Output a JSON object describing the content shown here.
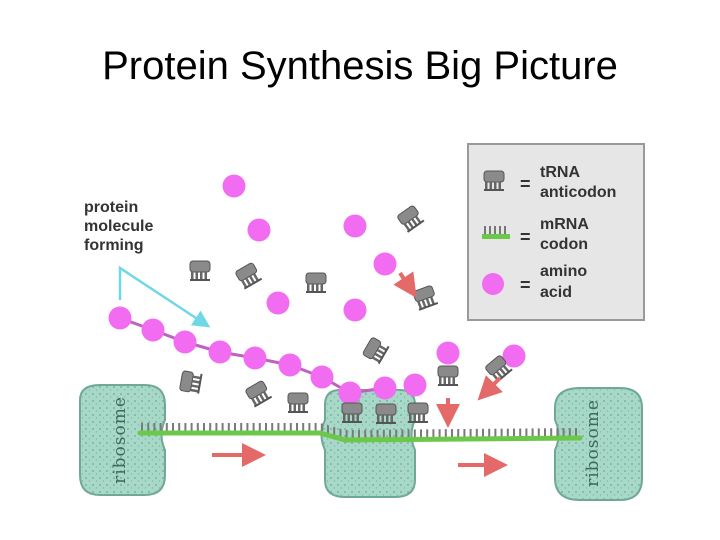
{
  "title": "Protein Synthesis Big Picture",
  "callout": [
    "protein",
    "molecule",
    "forming"
  ],
  "legend": {
    "trna": [
      "tRNA",
      "anticodon"
    ],
    "mrna": [
      "mRNA",
      "codon"
    ],
    "amino": [
      "amino",
      "acid"
    ],
    "equals": "="
  },
  "ribosome_label": "ribosome",
  "colors": {
    "amino": "#f26cf2",
    "chain_link": "#c060c0",
    "mrna": "#6cc84a",
    "ribosome": "#a7d8c8",
    "trna": "#8a8a8a",
    "arrow_red": "#e46a6a",
    "arrow_cyan": "#6fd8e6"
  }
}
